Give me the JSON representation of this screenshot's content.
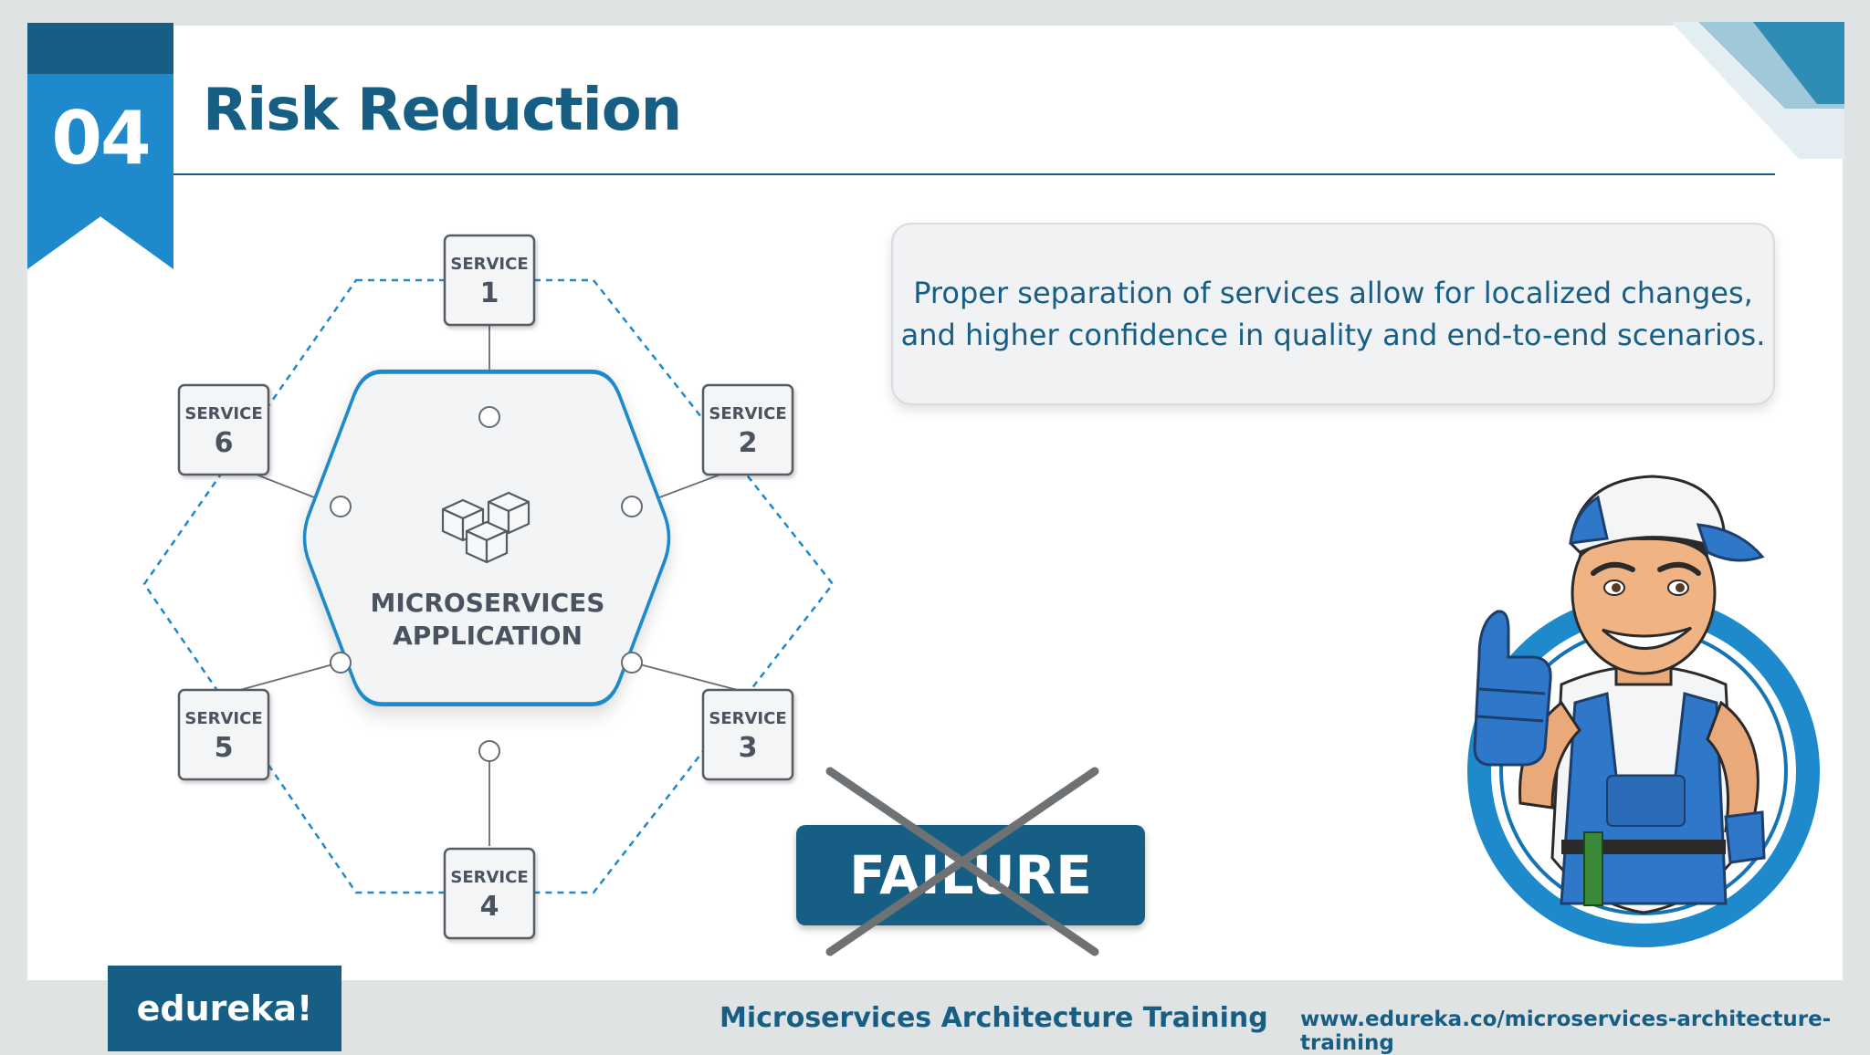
{
  "slide": {
    "number": "04",
    "title": "Risk Reduction"
  },
  "diagram": {
    "center_line1": "MICROSERVICES",
    "center_line2": "APPLICATION",
    "services": [
      {
        "label": "SERVICE",
        "number": "1"
      },
      {
        "label": "SERVICE",
        "number": "2"
      },
      {
        "label": "SERVICE",
        "number": "3"
      },
      {
        "label": "SERVICE",
        "number": "4"
      },
      {
        "label": "SERVICE",
        "number": "5"
      },
      {
        "label": "SERVICE",
        "number": "6"
      }
    ]
  },
  "description": {
    "line1": "Proper separation of services allow for localized changes,",
    "line2": "and higher confidence in quality and end-to-end scenarios."
  },
  "failure_label": "FAILURE",
  "footer": {
    "brand": "edureka!",
    "course": "Microservices Architecture Training",
    "url": "www.edureka.co/microservices-architecture-training"
  },
  "colors": {
    "primary": "#175e85",
    "accent": "#1e8acb",
    "text_gray": "#4a5360"
  },
  "icons": [
    "cubes-icon",
    "cross-icon",
    "thumbs-up-worker-icon"
  ]
}
